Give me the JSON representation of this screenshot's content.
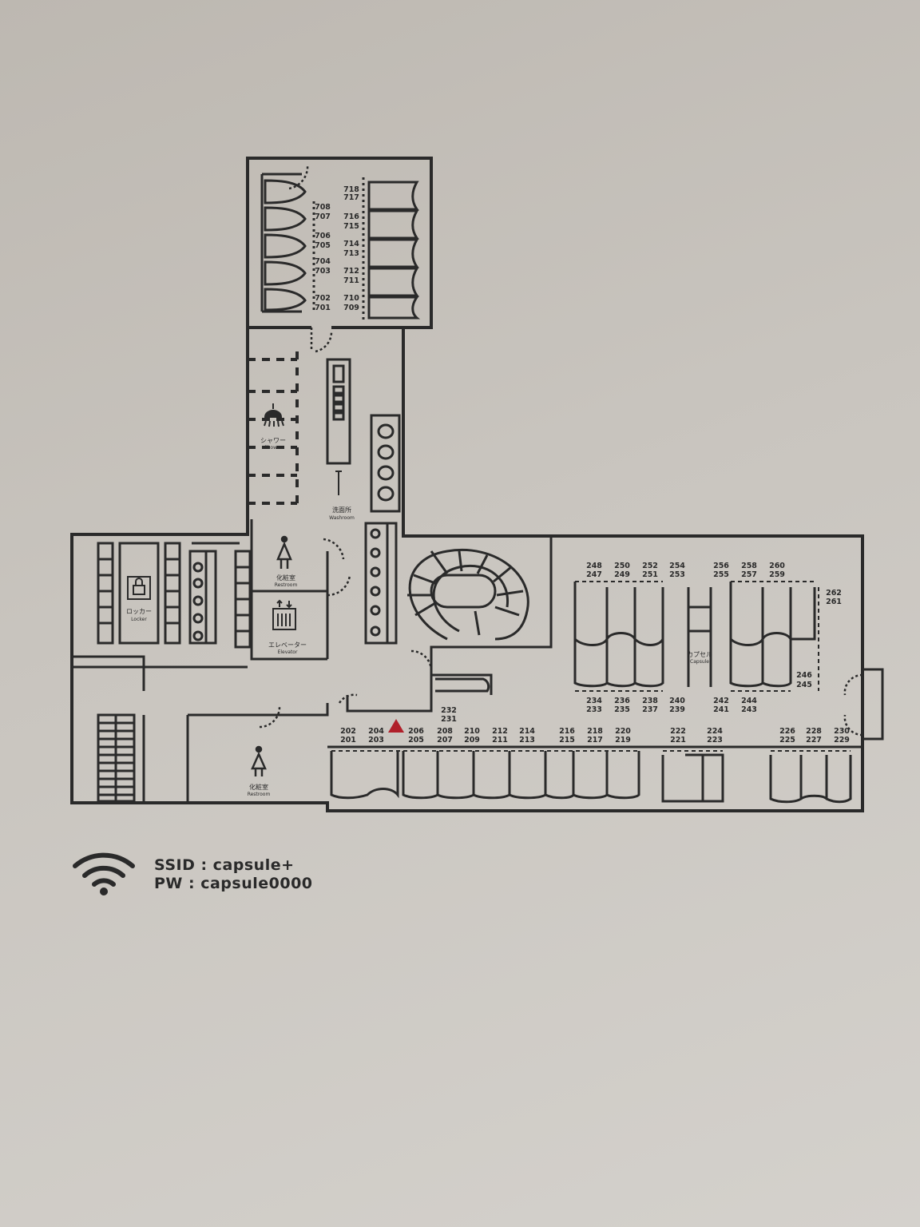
{
  "areas": {
    "shower": {
      "jp": "シャワー",
      "en": "Shower"
    },
    "washroom": {
      "jp": "洗面所",
      "en": "Washroom"
    },
    "restroom_upper": {
      "jp": "化粧室",
      "en": "Restroom"
    },
    "elevator": {
      "jp": "エレベーター",
      "en": "Elevator"
    },
    "locker": {
      "jp": "ロッカー",
      "en": "Locker"
    },
    "capsule": {
      "jp": "カプセル",
      "en": "Capsule"
    },
    "restroom_lower": {
      "jp": "化粧室",
      "en": "Restroom"
    }
  },
  "capsules": {
    "upper_left": [
      "708",
      "707",
      "706",
      "705",
      "704",
      "703",
      "702",
      "701"
    ],
    "upper_right": [
      "718",
      "717",
      "716",
      "715",
      "714",
      "713",
      "712",
      "711",
      "710",
      "709"
    ],
    "bottom_row": [
      "202",
      "201",
      "204",
      "203",
      "206",
      "205",
      "208",
      "207",
      "210",
      "209",
      "212",
      "211",
      "214",
      "213",
      "216",
      "215",
      "218",
      "217",
      "220",
      "219",
      "222",
      "221",
      "224",
      "223",
      "226",
      "225",
      "228",
      "227",
      "230",
      "229"
    ],
    "right_top": [
      "248",
      "247",
      "250",
      "249",
      "252",
      "251",
      "254",
      "253",
      "256",
      "255",
      "258",
      "257",
      "260",
      "259"
    ],
    "right_side": [
      "262",
      "261",
      "246",
      "245"
    ],
    "right_mid": [
      "234",
      "233",
      "236",
      "235",
      "238",
      "237",
      "240",
      "239",
      "242",
      "241",
      "244",
      "243"
    ],
    "stair_side": [
      "232",
      "231"
    ]
  },
  "wifi": {
    "icon": "wifi-icon",
    "ssid_line": "SSID : capsule+",
    "pw_line": "PW : capsule0000"
  },
  "colors": {
    "ink": "#2a2a2a",
    "marker": "#b0202a"
  },
  "marker": {
    "icon": "you-are-here-icon"
  }
}
